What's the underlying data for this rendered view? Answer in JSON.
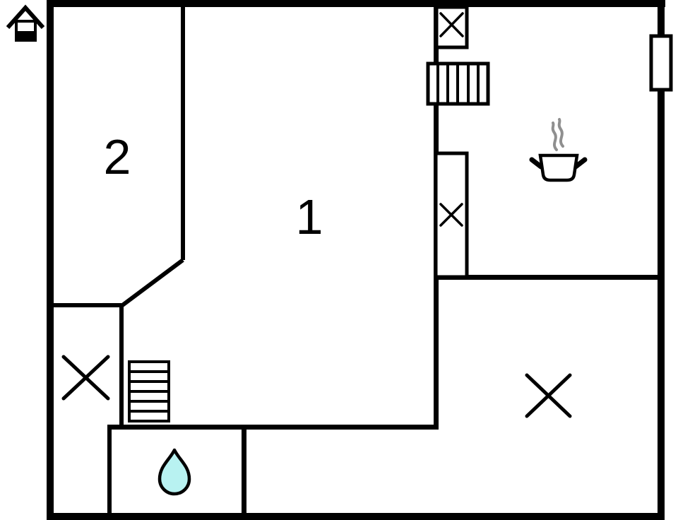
{
  "plan": {
    "type": "floor-plan",
    "rooms": [
      {
        "label": "1"
      },
      {
        "label": "2"
      }
    ],
    "symbols": [
      {
        "name": "house-icon",
        "location": "top-left-outside"
      },
      {
        "name": "window-cross-box",
        "location": "top-wall-center"
      },
      {
        "name": "radiator-grille",
        "location": "below-top-window"
      },
      {
        "name": "window-sash",
        "location": "right-outer-wall"
      },
      {
        "name": "cooking-pot-icon",
        "location": "kitchen-top-right"
      },
      {
        "name": "steam-icon",
        "location": "above-cooking-pot"
      },
      {
        "name": "shaft-cross-box",
        "location": "center-interior-wall"
      },
      {
        "name": "window-cross",
        "location": "lower-left-room"
      },
      {
        "name": "stairs",
        "location": "lower-left"
      },
      {
        "name": "window-cross",
        "location": "bottom-right-room"
      },
      {
        "name": "water-drop-icon",
        "location": "bathroom-bottom"
      }
    ]
  },
  "colors": {
    "wall": "#000000",
    "bg": "#ffffff",
    "drop": "#b8f2f1",
    "steam": "#8f8f8f"
  }
}
